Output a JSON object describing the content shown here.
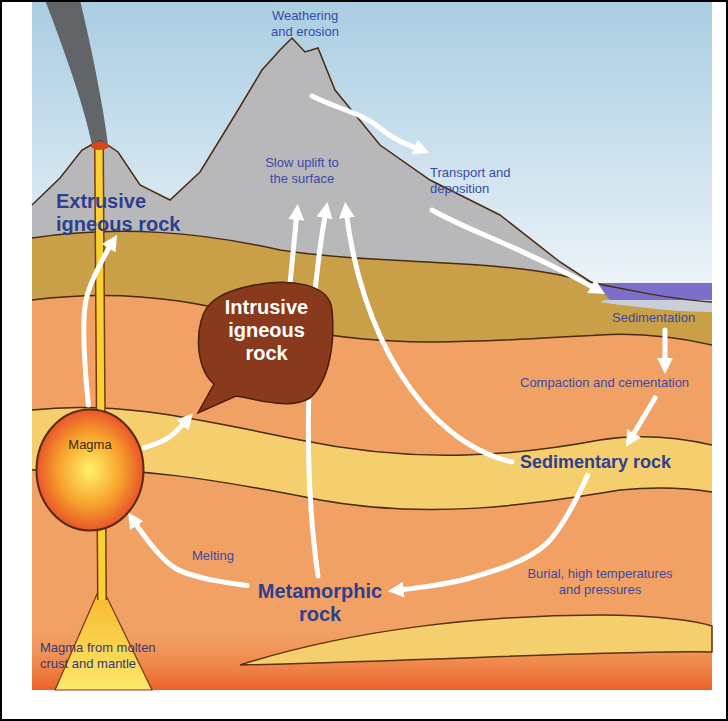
{
  "diagram": {
    "nodes": [
      {
        "text": [
          "Extrusive igneous rock"
        ]
      },
      {
        "text": [
          "Intrusive igneous rock"
        ]
      },
      {
        "text": [
          "Magma"
        ]
      },
      {
        "text": [
          "Sedimentary rock"
        ]
      },
      {
        "text": [
          "Metamorphic rock"
        ]
      }
    ],
    "edges": [
      {
        "from": 2,
        "to": 0,
        "arrow": "to"
      },
      {
        "from": 2,
        "to": 1,
        "arrow": "to"
      },
      {
        "from": 3,
        "to": 4,
        "arrow": "to"
      },
      {
        "from": 4,
        "to": 2,
        "arrow": "to"
      }
    ],
    "labels": [
      "Weathering and erosion",
      "Slow uplift to the surface",
      "Transport and deposition",
      "Sedimentation",
      "Compaction and cementation",
      "Burial, high temperatures and pressures",
      "Melting",
      "Magma from molten crust and mantle"
    ]
  }
}
